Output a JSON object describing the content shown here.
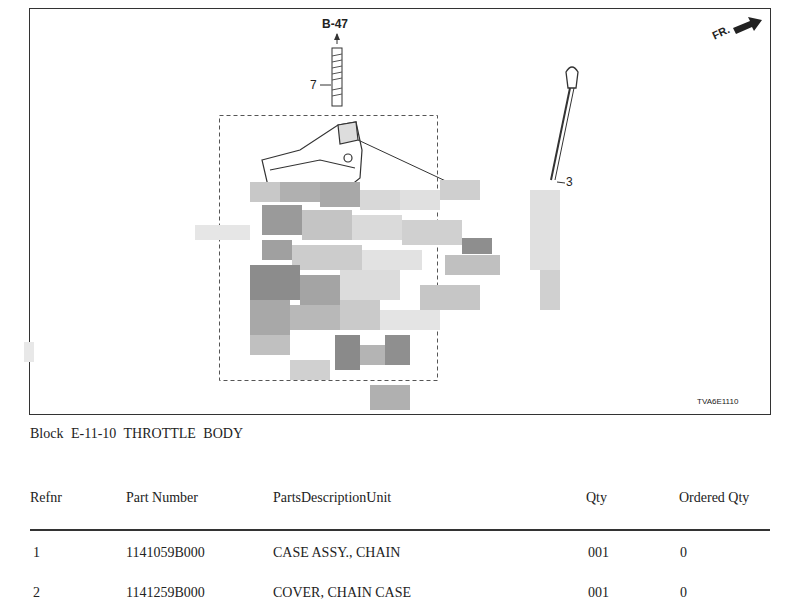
{
  "diagram": {
    "title": "Block E-11-10 THROTTLE BODY",
    "labels": [
      "B-47",
      "7",
      "3",
      "FR.",
      "TVA6E1110",
      "Refnr",
      "Part Number",
      "PartsDescriptionUnit",
      "Qty",
      "Ordered Qty",
      "1",
      "1141059B000",
      "CASE ASSY., CHAIN",
      "001",
      "0",
      "2",
      "1141259B000",
      "COVER, CHAIN CASE",
      "001",
      "0"
    ]
  }
}
